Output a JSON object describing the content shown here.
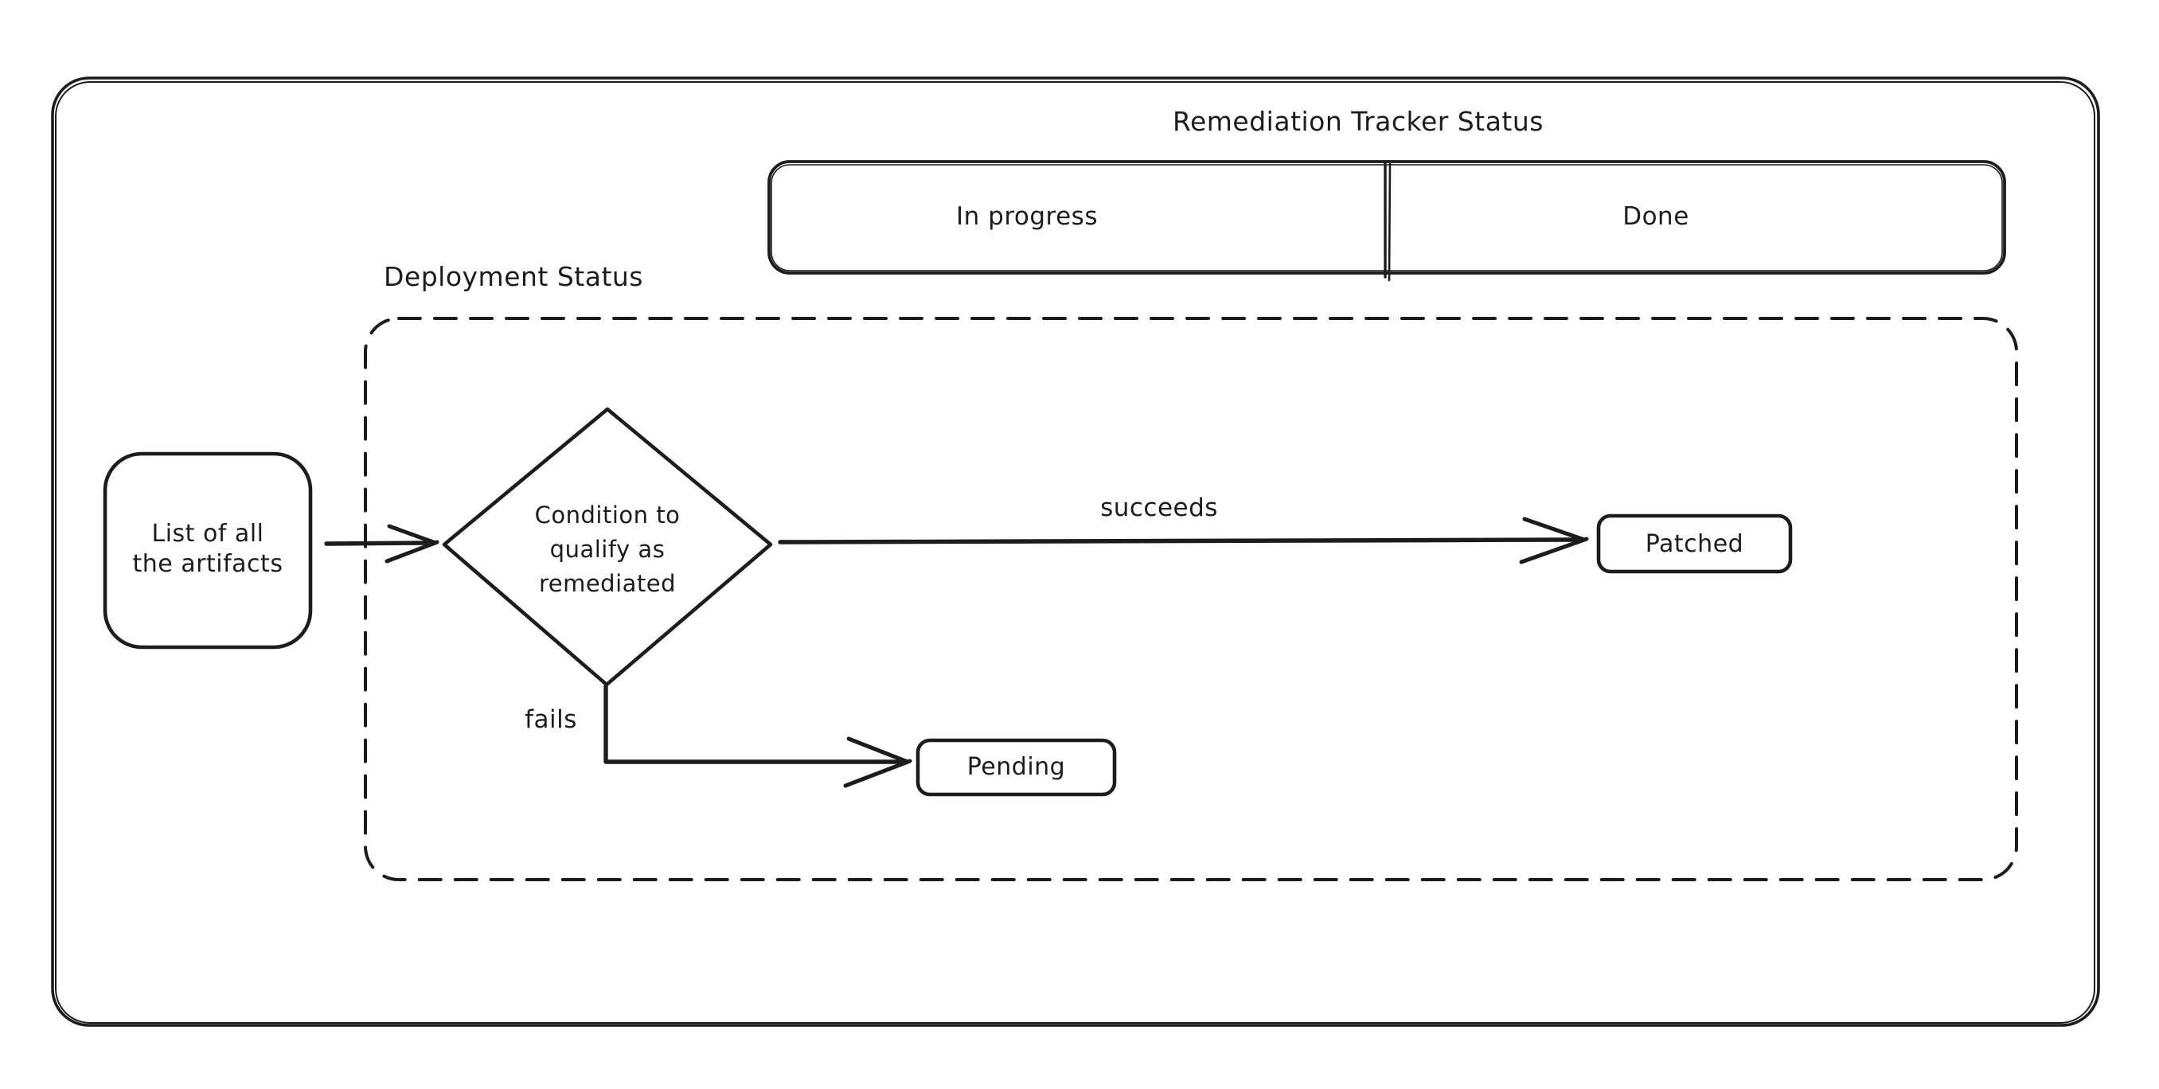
{
  "page": {
    "background_color": "#ffffff",
    "stroke_color": "#1c1c1c"
  },
  "header": {
    "title": "Remediation Tracker Status"
  },
  "tracker_bar": {
    "segments": [
      {
        "label": "In progress"
      },
      {
        "label": "Done"
      }
    ]
  },
  "deployment_group": {
    "label": "Deployment Status"
  },
  "nodes": {
    "artifacts": {
      "label": "List of all\nthe artifacts",
      "shape": "rounded-rectangle"
    },
    "condition": {
      "label": "Condition to\nqualify as\nremediated",
      "shape": "diamond"
    },
    "patched": {
      "label": "Patched",
      "shape": "rounded-rectangle"
    },
    "pending": {
      "label": "Pending",
      "shape": "rounded-rectangle"
    }
  },
  "edges": {
    "artifacts_to_condition": {
      "label": ""
    },
    "condition_to_patched": {
      "label": "succeeds"
    },
    "condition_to_pending": {
      "label": "fails"
    }
  }
}
